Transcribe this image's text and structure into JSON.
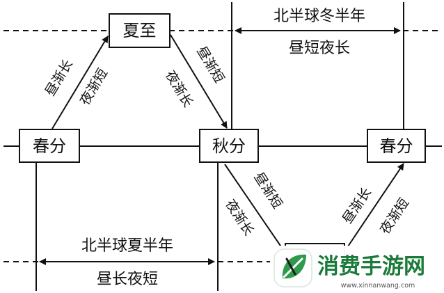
{
  "diagram": {
    "nodes": {
      "summer_solstice": "夏至",
      "spring_equinox_left": "春分",
      "autumn_equinox": "秋分",
      "spring_equinox_right": "春分"
    },
    "edge_labels": {
      "rise_day": "昼渐长",
      "rise_night": "夜渐短",
      "fall1_day": "昼渐短",
      "fall1_night": "夜渐长",
      "fall2_day": "昼渐短",
      "fall2_night": "夜渐长",
      "rise2_day": "昼渐长",
      "rise2_night": "夜渐短"
    },
    "period_winter": {
      "title": "北半球冬半年",
      "subtitle": "昼短夜长"
    },
    "period_summer": {
      "title": "北半球夏半年",
      "subtitle": "昼长夜短"
    }
  },
  "watermark": {
    "brand": "消费手游网",
    "url": "www.xinnanwang.com",
    "brand_color": "#1a7a3a",
    "icon": "leaf-logo-icon"
  },
  "colors": {
    "ink": "#111111",
    "background": "#ffffff"
  }
}
